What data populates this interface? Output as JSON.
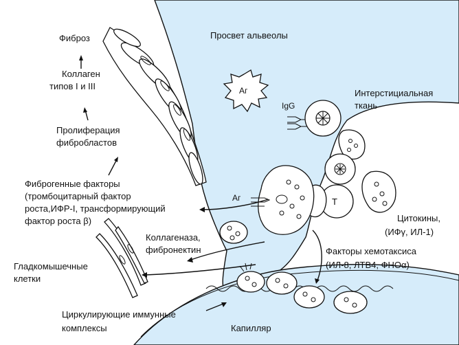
{
  "labels": {
    "alveolar_lumen": "Просвет альвеолы",
    "fibrosis": "Фиброз",
    "collagen_l1": "Коллаген",
    "collagen_l2": "типов I и III",
    "prolif_l1": "Пролиферация",
    "prolif_l2": "фибробластов",
    "fibrogenic_l1": "Фиброгенные факторы",
    "fibrogenic_l2": "(тромбоцитарный фактор",
    "fibrogenic_l3": "роста,ИФР-I, трансформирующий",
    "fibrogenic_l4": "фактор роста β)",
    "interstitial_l1": "Интерстициальная",
    "interstitial_l2": "ткань",
    "antigen_top": "Аг",
    "igg": "IgG",
    "antigen_mid": "Аг",
    "t_cell": "T",
    "cytokines_l1": "Цитокины,",
    "cytokines_l2": "(ИФγ, ИЛ-1)",
    "collagenase_l1": "Коллагеназа,",
    "collagenase_l2": "фибронектин",
    "chemotaxis_l1": "Факторы хемотаксиса",
    "chemotaxis_l2": "(ИЛ-8, ЛТВ4, ФНОα)",
    "smooth_muscle_l1": "Гладкомышечные",
    "smooth_muscle_l2": "клетки",
    "immune_complex_l1": "Циркулирующие иммунные",
    "immune_complex_l2": "комплексы",
    "capillary": "Капилляр"
  },
  "colors": {
    "lumen": "#d6ecfa",
    "line": "#111111",
    "background": "#ffffff"
  }
}
